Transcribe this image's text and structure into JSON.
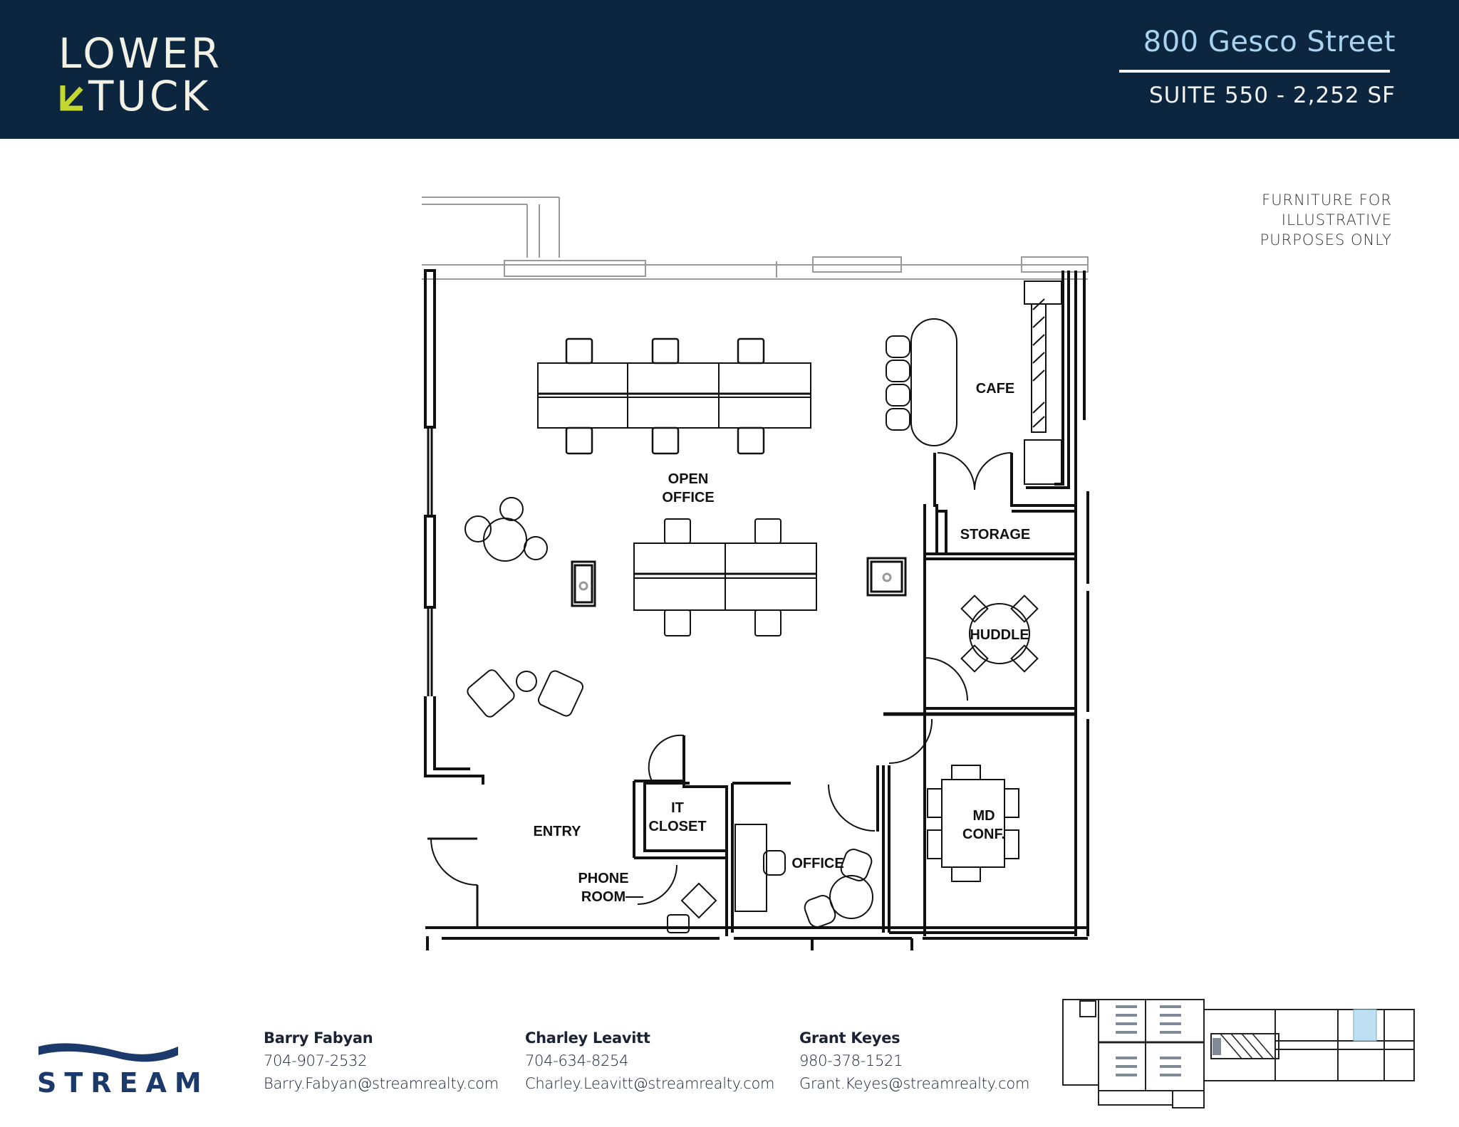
{
  "header": {
    "logo": {
      "line1": "LOWER",
      "line2": "TUCK",
      "arrow_icon": "arrow-down-left-icon",
      "arrow_color": "#c3d82f"
    },
    "address": "800 Gesco Street",
    "suite": "SUITE 550 - 2,252 SF",
    "background": "#0d2640",
    "address_color": "#a9d3ef"
  },
  "disclaimer": {
    "lines": [
      "FURNITURE FOR",
      "ILLUSTRATIVE",
      "PURPOSES ONLY"
    ]
  },
  "floorplan": {
    "rooms": [
      {
        "label_lines": [
          "OPEN",
          "OFFICE"
        ]
      },
      {
        "label_lines": [
          "CAFE"
        ]
      },
      {
        "label_lines": [
          "STORAGE"
        ]
      },
      {
        "label_lines": [
          "HUDDLE"
        ]
      },
      {
        "label_lines": [
          "MD",
          "CONF."
        ]
      },
      {
        "label_lines": [
          "ENTRY"
        ]
      },
      {
        "label_lines": [
          "IT",
          "CLOSET"
        ]
      },
      {
        "label_lines": [
          "PHONE",
          "ROOM"
        ]
      },
      {
        "label_lines": [
          "OFFICE"
        ]
      }
    ]
  },
  "footer": {
    "brand": "STREAM",
    "brand_color": "#1b3a6b",
    "contacts": [
      {
        "name": "Barry Fabyan",
        "phone": "704-907-2532",
        "email": "Barry.Fabyan@streamrealty.com"
      },
      {
        "name": "Charley Leavitt",
        "phone": "704-634-8254",
        "email": "Charley.Leavitt@streamrealty.com"
      },
      {
        "name": "Grant Keyes",
        "phone": "980-378-1521",
        "email": "Grant.Keyes@streamrealty.com"
      }
    ],
    "keyplan_highlight_color": "#bfe0f2"
  }
}
